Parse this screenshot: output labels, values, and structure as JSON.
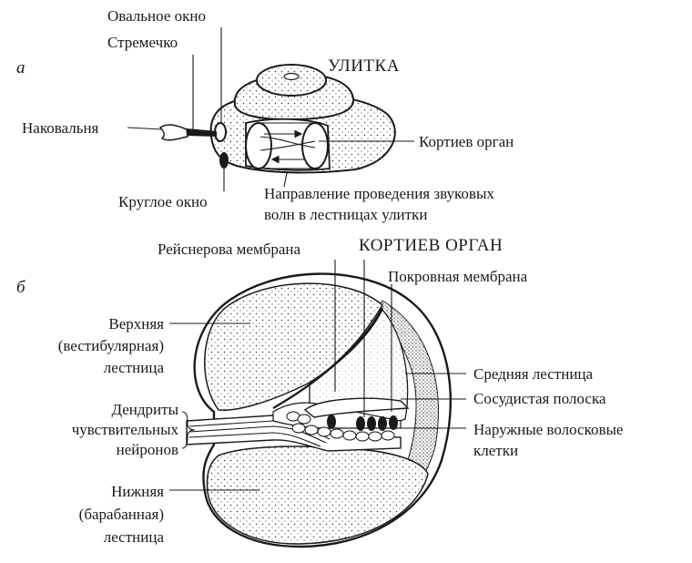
{
  "panel_a": {
    "letter": "а",
    "title": "УЛИТКА",
    "labels": {
      "oval_window": "Овальное окно",
      "stapes": "Стремечко",
      "incus": "Наковальня",
      "round_window": "Круглое окно",
      "organ_of_corti": "Кортиев орган",
      "direction_line1": "Направление проведения звуковых",
      "direction_line2": "волн в лестницах улитки"
    }
  },
  "panel_b": {
    "letter": "б",
    "title": "КОРТИЕВ ОРГАН",
    "labels": {
      "reissner": "Рейснерова мембрана",
      "tectorial": "Покровная мембрана",
      "upper_line1": "Верхняя",
      "upper_line2": "(вестибулярная)",
      "upper_line3": "лестница",
      "dendrites_line1": "Дендриты",
      "dendrites_line2": "чувствительных",
      "dendrites_line3": "нейронов",
      "lower_line1": "Нижняя",
      "lower_line2": "(барабанная)",
      "lower_line3": "лестница",
      "middle": "Средняя лестница",
      "stria": "Сосудистая полоска",
      "hair_line1": "Наружные волосковые",
      "hair_line2": "клетки"
    }
  }
}
